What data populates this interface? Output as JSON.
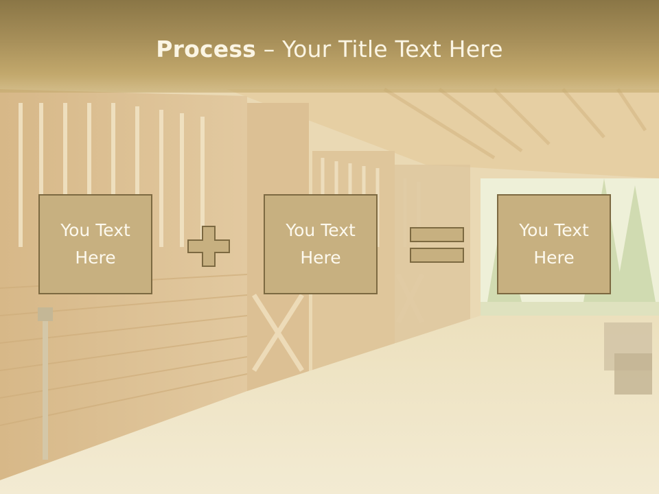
{
  "slide": {
    "title_bold": "Process",
    "title_rest": " – Your Title Text Here"
  },
  "boxes": [
    {
      "text": "You Text Here"
    },
    {
      "text": "You Text Here"
    },
    {
      "text": "You Text Here"
    }
  ],
  "operators": {
    "plus_icon": "plus-icon",
    "equals_icon": "equals-icon"
  },
  "colors": {
    "box_fill": "#c7b080",
    "box_border": "#7c6941",
    "title_bar": "#a8905a",
    "text": "#fdf9ee"
  }
}
